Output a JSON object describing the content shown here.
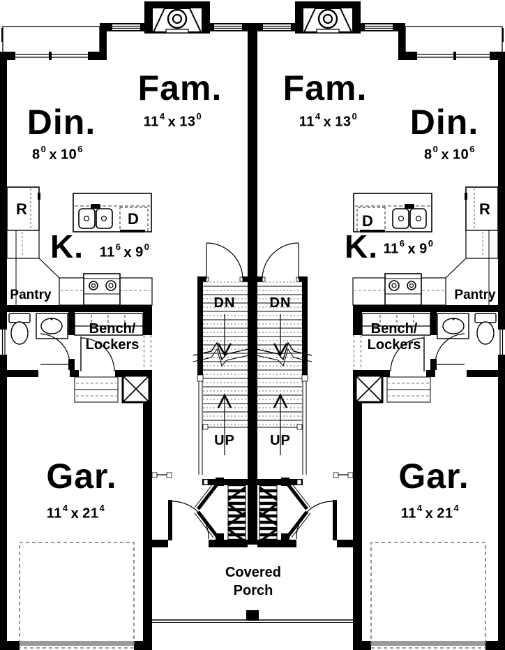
{
  "plan": {
    "title": "duplex-first-floor-plan",
    "rooms": {
      "family": {
        "label": "Fam.",
        "dim": {
          "a": "11",
          "asup": "4",
          "b": "13",
          "bsup": "0"
        }
      },
      "dining": {
        "label": "Din.",
        "dim": {
          "a": "8",
          "asup": "0",
          "b": "10",
          "bsup": "6"
        }
      },
      "kitchen": {
        "label": "K.",
        "dim": {
          "a": "11",
          "asup": "6",
          "b": "9",
          "bsup": "0"
        }
      },
      "garage": {
        "label": "Gar.",
        "dim": {
          "a": "11",
          "asup": "4",
          "b": "21",
          "bsup": "4"
        }
      },
      "pantry": {
        "label": "Pantry"
      },
      "mudroom": {
        "line1": "Bench/",
        "line2": "Lockers"
      },
      "porch": {
        "line1": "Covered",
        "line2": "Porch"
      }
    },
    "stairs": {
      "down": "DN",
      "up": "UP"
    },
    "appliances": {
      "refrigerator": "R",
      "dishwasher": "D"
    },
    "dim_separator": "x",
    "colors": {
      "wall": "#000000",
      "floor": "#ffffff",
      "dashed": "#777777",
      "garage_door": "#9a9a9a"
    }
  }
}
